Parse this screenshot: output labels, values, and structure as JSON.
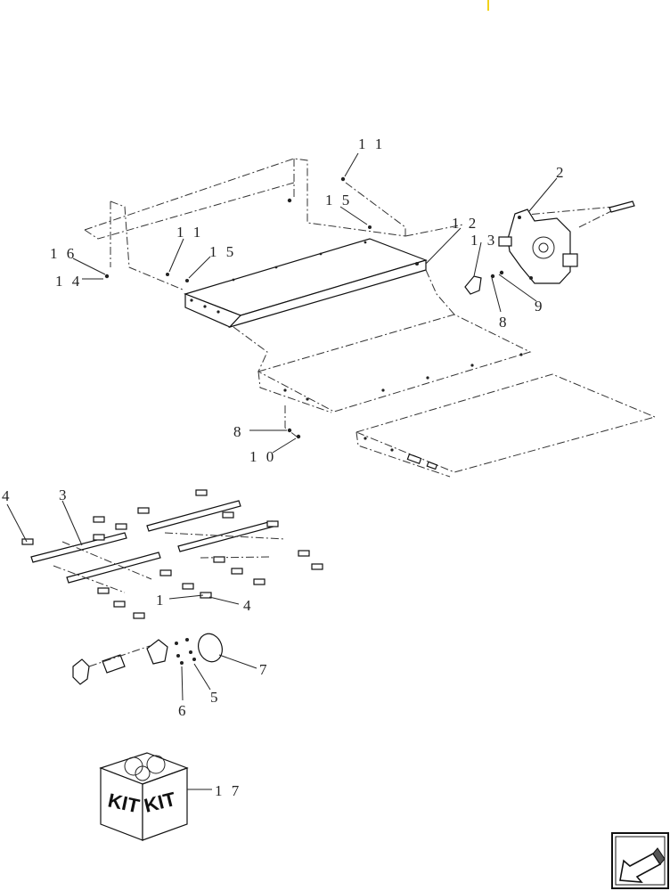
{
  "callouts": {
    "c2": "2",
    "c3": "3",
    "c4a": "4",
    "c4b": "4",
    "c5": "5",
    "c6": "6",
    "c7": "7",
    "c8a": "8",
    "c8b": "8",
    "c9": "9",
    "c10": "1 0",
    "c11a": "1 1",
    "c11b": "1 1",
    "c12": "1 2",
    "c13": "1 3",
    "c14": "1 4",
    "c15a": "1 5",
    "c15b": "1 5",
    "c16": "1 6",
    "c17": "1 7",
    "c1": "1"
  },
  "kit": {
    "label_left": "KIT",
    "label_right": "KIT"
  },
  "nav": {
    "icon": "arrow-return-icon"
  }
}
